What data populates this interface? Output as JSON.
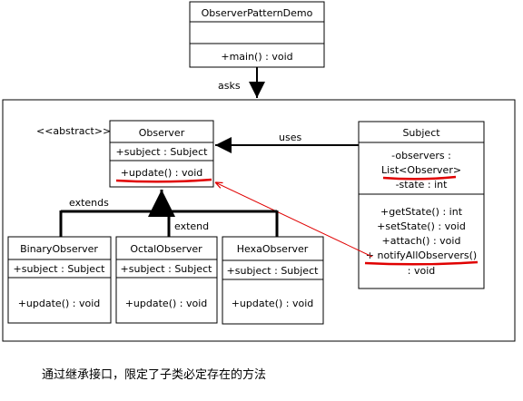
{
  "demo_class": {
    "name": "ObserverPatternDemo",
    "methods": [
      "+main() : void"
    ]
  },
  "asks_label": "asks",
  "abstract_stereotype": "<<abstract>>",
  "observer_class": {
    "name": "Observer",
    "attributes": [
      "+subject : Subject"
    ],
    "methods": [
      "+update() : void"
    ]
  },
  "uses_label": "uses",
  "subject_class": {
    "name": "Subject",
    "attributes": [
      "-observers :",
      "List<Observer>",
      "-state : int"
    ],
    "methods": [
      "+getState() : int",
      "+setState() : void",
      "+attach() : void",
      "+ notifyAllObservers()",
      ": void"
    ]
  },
  "extends_label_1": "extends",
  "extends_label_2": "extend",
  "binary_class": {
    "name": "BinaryObserver",
    "attributes": [
      "+subject : Subject"
    ],
    "methods": [
      "+update() : void"
    ]
  },
  "octal_class": {
    "name": "OctalObserver",
    "attributes": [
      "+subject : Subject"
    ],
    "methods": [
      "+update() : void"
    ]
  },
  "hexa_class": {
    "name": "HexaObserver",
    "attributes": [
      "+subject : Subject"
    ],
    "methods": [
      "+update() : void"
    ]
  },
  "caption": "通过继承接口，限定了子类必定存在的方法",
  "colors": {
    "line": "#000000",
    "highlight": "#e00000",
    "background": "#ffffff"
  }
}
